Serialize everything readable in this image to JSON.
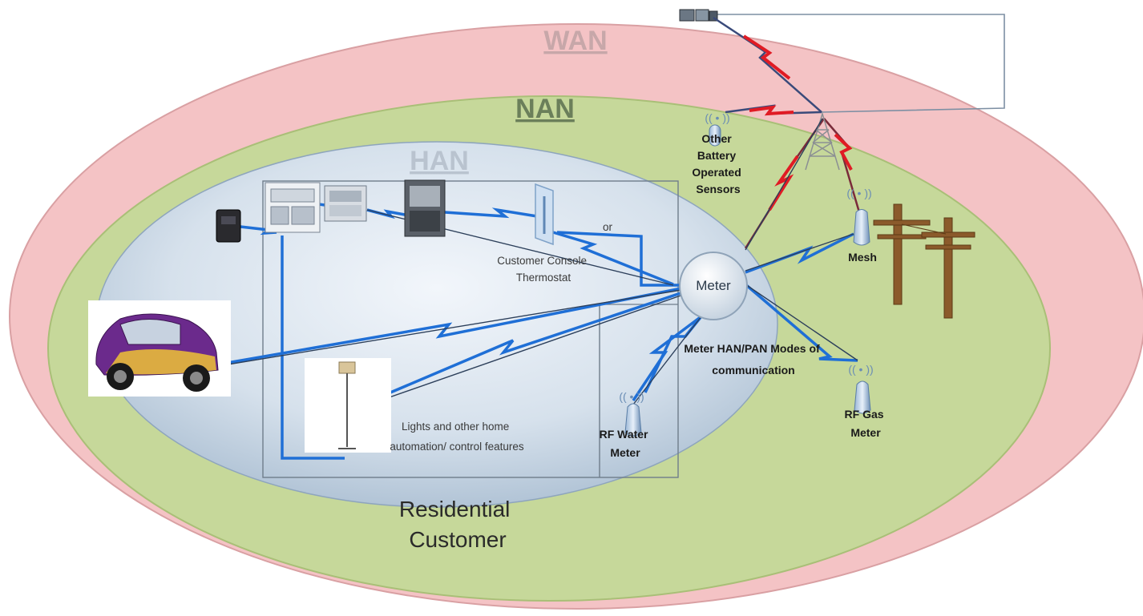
{
  "zones": {
    "wan": "WAN",
    "nan": "NAN",
    "han": "HAN"
  },
  "labels": {
    "battery_sensors": [
      "Other",
      "Battery",
      "Operated",
      "Sensors"
    ],
    "or": "or",
    "console": [
      "Customer Console",
      "Thermostat"
    ],
    "meter": "Meter",
    "mesh": "Mesh",
    "modes": [
      "Meter HAN/PAN Modes of",
      "communication"
    ],
    "lights": [
      "Lights and other home",
      "automation/ control features"
    ],
    "water_meter": [
      "RF Water",
      "Meter"
    ],
    "gas_meter": [
      "RF Gas",
      "Meter"
    ],
    "residential": [
      "Residential",
      "Customer"
    ]
  },
  "colors": {
    "wan_fill": "#f4c3c5",
    "nan_fill": "#c6d89a",
    "han_fill": "#cfdbe8",
    "link_blue": "#1f6fd6",
    "wan_red": "#e01b24"
  }
}
